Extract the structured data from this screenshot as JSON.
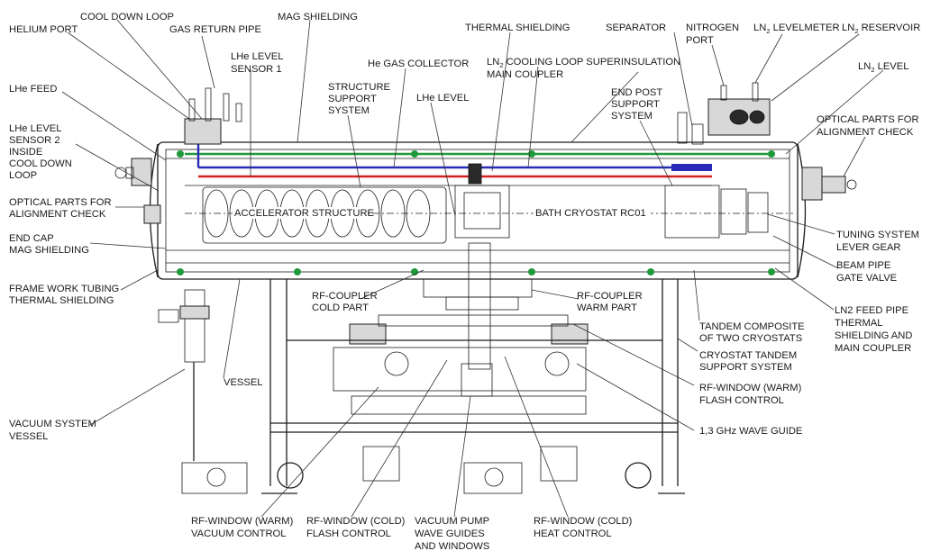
{
  "labels": {
    "cool_down_loop": "COOL DOWN LOOP",
    "helium_port": "HELIUM PORT",
    "gas_return_pipe": "GAS RETURN PIPE",
    "mag_shielding": "MAG SHIELDING",
    "thermal_shielding": "THERMAL SHIELDING",
    "separator": "SEPARATOR",
    "nitrogen_port_1": "NITROGEN",
    "nitrogen_port_2": "PORT",
    "ln2_levelmeter": "LN",
    "ln2_levelmeter_rest": "LEVELMETER",
    "ln2_reservoir": "LN",
    "ln2_reservoir_rest": "RESERVOIR",
    "lhe_level_sensor1_1": "LHe LEVEL",
    "lhe_level_sensor1_2": "SENSOR 1",
    "he_gas_collector": "He GAS COLLECTOR",
    "ln2_cooling_loop": "LN",
    "ln2_cooling_loop_rest": "COOLING LOOP SUPERINSULATION",
    "main_coupler": "MAIN COUPLER",
    "ln2_level": "LN",
    "ln2_level_rest": "LEVEL",
    "lhe_feed": "LHe FEED",
    "structure_support_1": "STRUCTURE",
    "structure_support_2": "SUPPORT",
    "structure_support_3": "SYSTEM",
    "lhe_level": "LHe LEVEL",
    "end_post_1": "END POST",
    "end_post_2": "SUPPORT",
    "end_post_3": "SYSTEM",
    "optical_right_1": "OPTICAL PARTS FOR",
    "optical_right_2": "ALIGNMENT CHECK",
    "lhe_level_sensor2_1": "LHe LEVEL",
    "lhe_level_sensor2_2": "SENSOR 2",
    "lhe_level_sensor2_3": "INSIDE",
    "lhe_level_sensor2_4": "COOL DOWN",
    "lhe_level_sensor2_5": "LOOP",
    "optical_left_1": "OPTICAL PARTS FOR",
    "optical_left_2": "ALIGNMENT CHECK",
    "accelerator_structure": "ACCELERATOR STRUCTURE",
    "bath_cryostat": "BATH CRYOSTAT RC01",
    "end_cap_1": "END CAP",
    "end_cap_2": "MAG SHIELDING",
    "tuning_1": "TUNING SYSTEM",
    "tuning_2": "LEVER GEAR",
    "beam_pipe_1": "BEAM PIPE",
    "beam_pipe_2": "GATE VALVE",
    "frame_work_1": "FRAME WORK TUBING",
    "frame_work_2": "THERMAL SHIELDING",
    "rf_coupler_cold_1": "RF-COUPLER",
    "rf_coupler_cold_2": "COLD PART",
    "rf_coupler_warm_1": "RF-COUPLER",
    "rf_coupler_warm_2": "WARM PART",
    "ln2_feed_1": "LN2 FEED PIPE",
    "ln2_feed_2": "THERMAL",
    "ln2_feed_3": "SHIELDING AND",
    "ln2_feed_4": "MAIN COUPLER",
    "tandem_1": "TANDEM COMPOSITE",
    "tandem_2": "OF TWO CRYOSTATS",
    "cryostat_tandem_1": "CRYOSTAT TANDEM",
    "cryostat_tandem_2": "SUPPORT SYSTEM",
    "vessel": "VESSEL",
    "rf_window_warm_flash_1": "RF-WINDOW (WARM)",
    "rf_window_warm_flash_2": "FLASH CONTROL",
    "vacuum_system_1": "VACUUM SYSTEM",
    "vacuum_system_2": "VESSEL",
    "wave_guide": "1,3 GHz WAVE GUIDE",
    "rf_window_warm_vac_1": "RF-WINDOW (WARM)",
    "rf_window_warm_vac_2": "VACUUM CONTROL",
    "rf_window_cold_flash_1": "RF-WINDOW (COLD)",
    "rf_window_cold_flash_2": "FLASH CONTROL",
    "vacuum_pump_1": "VACUUM PUMP",
    "vacuum_pump_2": "WAVE GUIDES",
    "vacuum_pump_3": "AND WINDOWS",
    "rf_window_cold_heat_1": "RF-WINDOW (COLD)",
    "rf_window_cold_heat_2": "HEAT CONTROL",
    "subscript_2": "2"
  },
  "colors": {
    "ln2_line": "#1f9a3a",
    "he_line": "#2a2ab8",
    "hot_line": "#d42020",
    "green_dot": "#1f9a3a",
    "ink": "#1c1c1c"
  }
}
